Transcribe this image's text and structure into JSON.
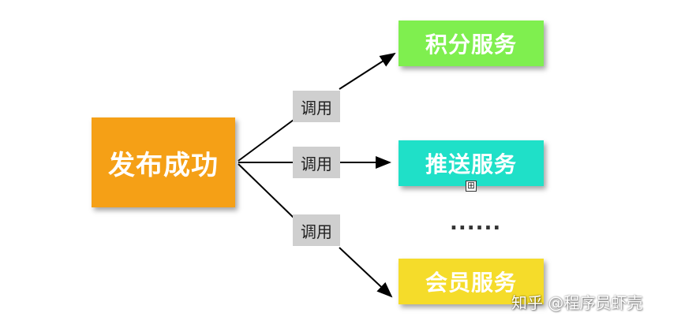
{
  "diagram": {
    "source": {
      "label": "发布成功",
      "color": "#f5a016"
    },
    "targets": [
      {
        "label": "积分服务",
        "color": "#7fef4f"
      },
      {
        "label": "推送服务",
        "color": "#1fe0c8"
      },
      {
        "label": "会员服务",
        "color": "#f5dc2a"
      }
    ],
    "edge_labels": [
      "调用",
      "调用",
      "调用"
    ],
    "ellipsis": "......",
    "plus_icon": "⊞"
  },
  "watermark": "知乎 @程序员虾壳"
}
